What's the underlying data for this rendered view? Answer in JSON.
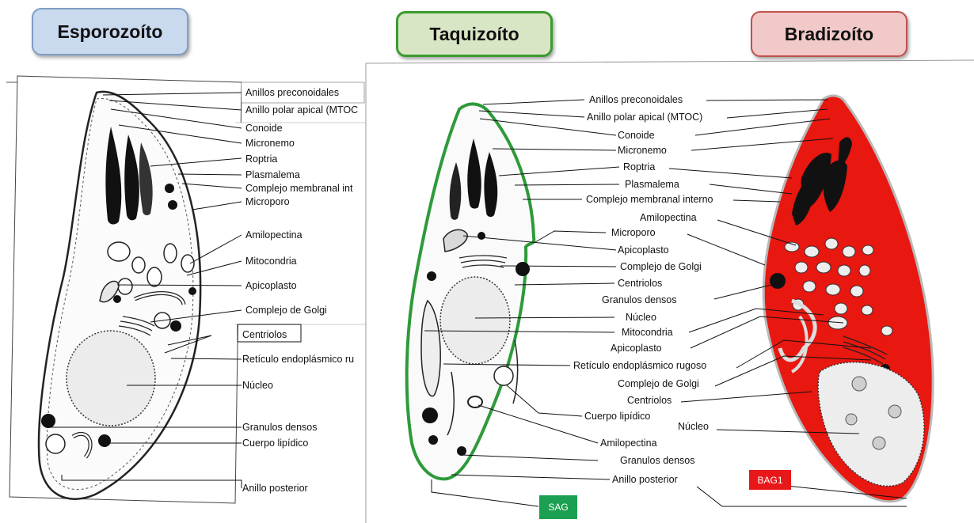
{
  "headers": {
    "esporozoito": "Esporozoíto",
    "taquizoito": "Taquizoíto",
    "bradizoito": "Bradizoíto"
  },
  "esporozoito_labels": [
    "Anillos preconoidales",
    "Anillo polar apical (MTOC",
    "Conoide",
    "Micronemo",
    "Roptria",
    "Plasmalema",
    "Complejo membranal int",
    "Microporo",
    "Amilopectina",
    "Mitocondria",
    "Apicoplasto",
    "Complejo de Golgi",
    "Centriolos",
    "Retículo endoplásmico ru",
    "Núcleo",
    "Granulos densos",
    "Cuerpo lipídico",
    "Anillo posterior"
  ],
  "taquizoito_labels": [
    "Anillos preconoidales",
    "Anillo polar apical (MTOC)",
    "Conoide",
    "Micronemo",
    "Roptria",
    "Plasmalema",
    "Complejo membranal interno",
    "Amilopectina",
    "Microporo",
    "Apicoplasto",
    "Complejo de Golgi",
    "Centriolos",
    "Granulos densos",
    "Núcleo",
    "Mitocondria",
    "Apicoplasto",
    "Retículo endoplásmico rugoso",
    "Complejo de Golgi",
    "Centriolos",
    "Cuerpo lipídico",
    "Núcleo",
    "Amilopectina",
    "Granulos densos",
    "Anillo posterior"
  ],
  "badges": {
    "sag": "SAG",
    "bag1": "BAG1"
  },
  "colors": {
    "esporozoito_header": "#c9d9ee",
    "taquizoito_header": "#d9e6c6",
    "bradizoito_header": "#f2c9c9",
    "taquizoito_outline": "#2e9a3a",
    "bradizoito_fill": "#e8170f",
    "sag_badge": "#1aa050",
    "bag1_badge": "#e8171a"
  }
}
